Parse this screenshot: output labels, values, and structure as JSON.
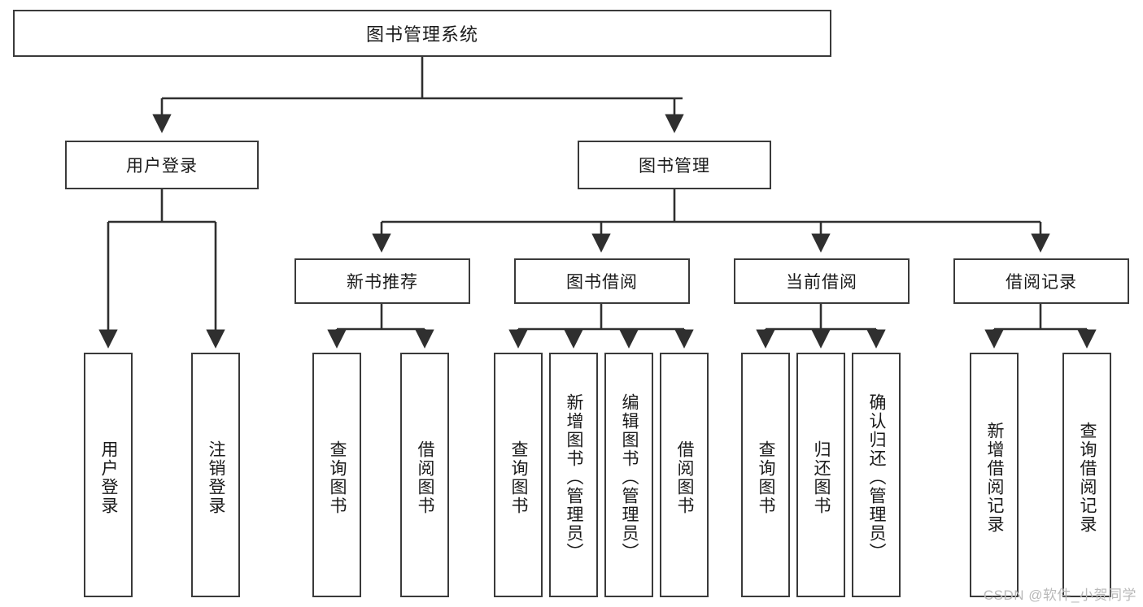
{
  "diagram": {
    "title": "图书管理系统",
    "type": "hierarchy-tree",
    "watermark": "CSDN @软件_小贺同学",
    "colors": {
      "box_border": "#3a3a3a",
      "box_fill": "#ffffff",
      "connector": "#2f2f2f",
      "text": "#1a1a1a",
      "watermark": "#b9b9b9"
    },
    "root": {
      "id": "root",
      "label": "图书管理系统"
    },
    "level2": [
      {
        "id": "user-login",
        "label": "用户登录"
      },
      {
        "id": "book-manage",
        "label": "图书管理"
      }
    ],
    "level3": [
      {
        "id": "new-book-rec",
        "label": "新书推荐"
      },
      {
        "id": "book-borrow",
        "label": "图书借阅"
      },
      {
        "id": "current-borrow",
        "label": "当前借阅"
      },
      {
        "id": "borrow-record",
        "label": "借阅记录"
      }
    ],
    "leaves": [
      {
        "id": "leaf-user-login",
        "label": "用户登录",
        "parent": "user-login"
      },
      {
        "id": "leaf-logout",
        "label": "注销登录",
        "parent": "user-login"
      },
      {
        "id": "leaf-query-book-1",
        "label": "查询图书",
        "parent": "new-book-rec"
      },
      {
        "id": "leaf-borrow-book-1",
        "label": "借阅图书",
        "parent": "new-book-rec"
      },
      {
        "id": "leaf-query-book-2",
        "label": "查询图书",
        "parent": "book-borrow"
      },
      {
        "id": "leaf-add-book",
        "label": "新增图书（管理员）",
        "parent": "book-borrow"
      },
      {
        "id": "leaf-edit-book",
        "label": "编辑图书（管理员）",
        "parent": "book-borrow"
      },
      {
        "id": "leaf-borrow-book-2",
        "label": "借阅图书",
        "parent": "book-borrow"
      },
      {
        "id": "leaf-query-book-3",
        "label": "查询图书",
        "parent": "current-borrow"
      },
      {
        "id": "leaf-return-book",
        "label": "归还图书",
        "parent": "current-borrow"
      },
      {
        "id": "leaf-confirm-return",
        "label": "确认归还（管理员）",
        "parent": "current-borrow"
      },
      {
        "id": "leaf-add-record",
        "label": "新增借阅记录",
        "parent": "borrow-record"
      },
      {
        "id": "leaf-query-record",
        "label": "查询借阅记录",
        "parent": "borrow-record"
      }
    ]
  }
}
